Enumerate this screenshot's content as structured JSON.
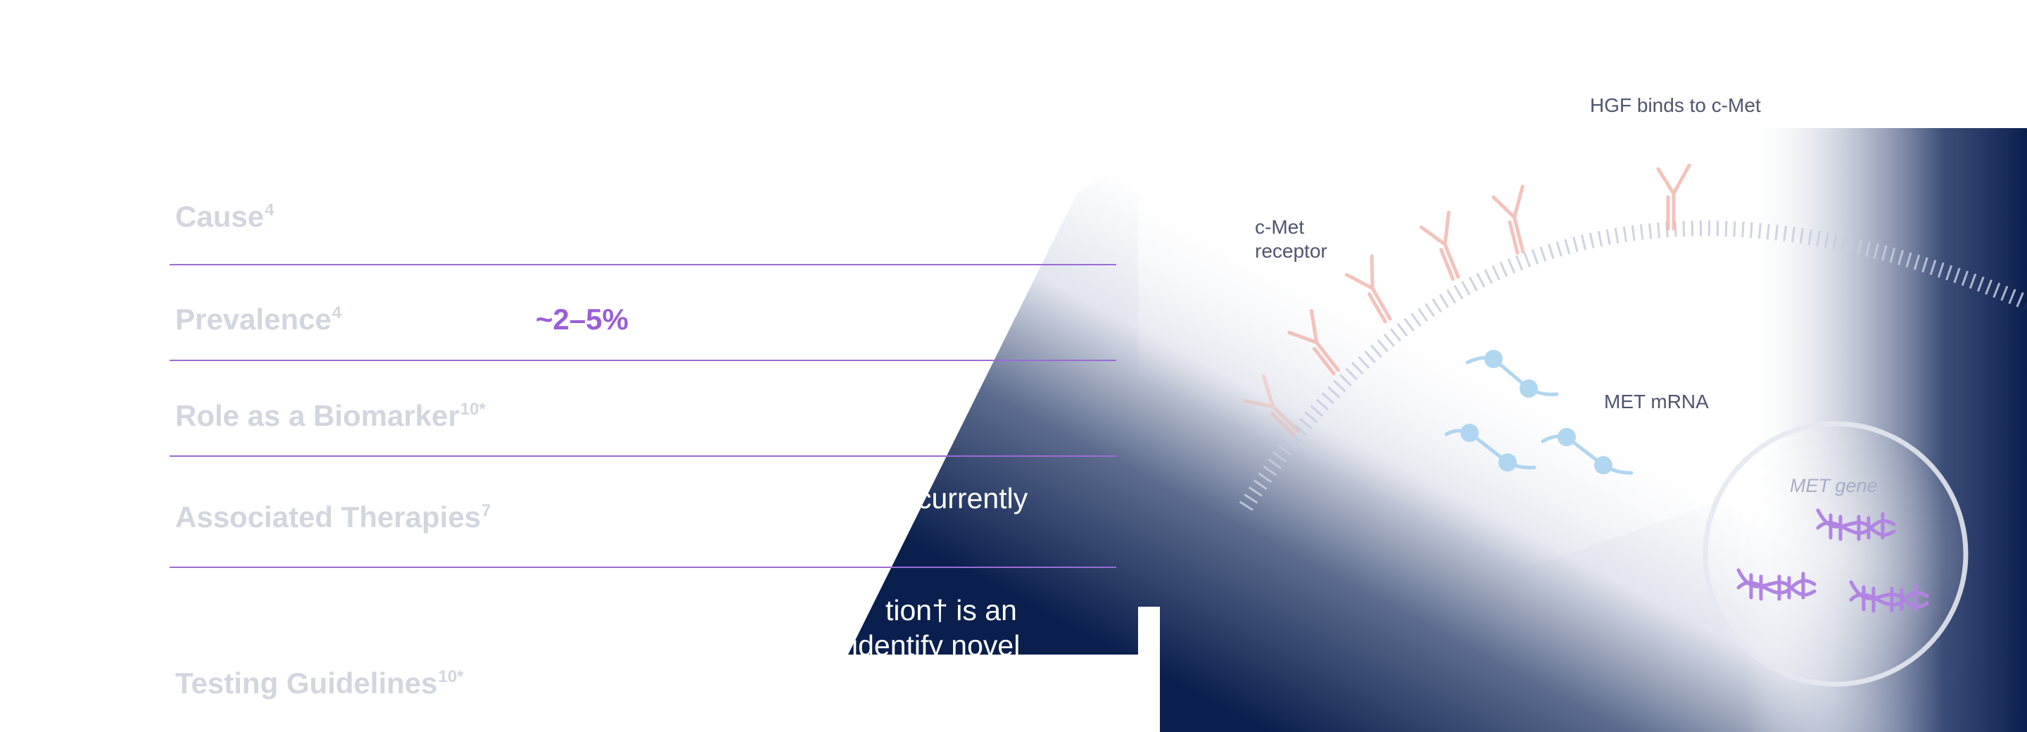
{
  "table": {
    "rows": [
      {
        "label": "Cause",
        "ref": "4",
        "value": ""
      },
      {
        "label": "Prevalence",
        "ref": "4",
        "value": "~2–5%"
      },
      {
        "label": "Role as a Biomarker",
        "ref": "10*",
        "value": ""
      },
      {
        "label": "Associated Therapies",
        "ref": "7",
        "value": ""
      },
      {
        "label": "Testing Guidelines",
        "ref": "10*",
        "value": ""
      }
    ],
    "partial_text": {
      "line1": "currently",
      "line2": "tion† is an",
      "line3": "identify novel"
    }
  },
  "diagram": {
    "labels": {
      "hgf": "HGF binds to c-Met",
      "receptor_line1": "c-Met",
      "receptor_line2": "receptor",
      "mrna": "MET mRNA",
      "gene": "MET gene"
    }
  },
  "colors": {
    "navy": "#0b1f4e",
    "accent_purple": "#9a5fd8",
    "rule_purple": "#9b6bd6",
    "muted_label": "#d3d6de",
    "receptor_pink": "#f2b8b0",
    "mrna_blue": "#a9d2ef",
    "dna_purple": "#b184e3"
  }
}
